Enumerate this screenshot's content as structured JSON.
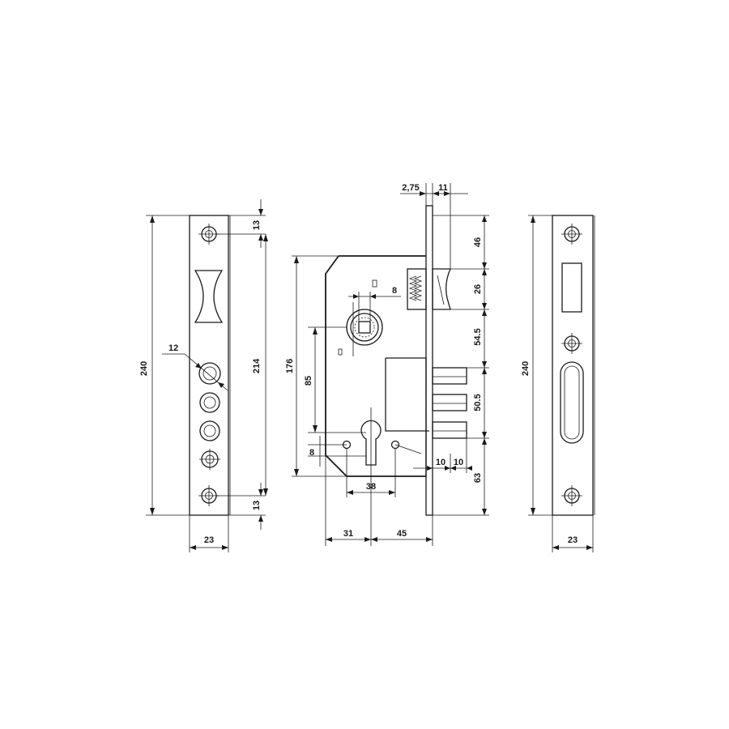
{
  "dimensions": {
    "left_height_total": "240",
    "left_top_offset": "13",
    "left_between_holes": "214",
    "left_bottom_offset": "13",
    "left_width": "23",
    "left_hole_dia": "12",
    "top_faceplate_thickness": "2,75",
    "top_bolt_projection": "11",
    "right_46": "46",
    "right_26": "26",
    "right_54_5": "54.5",
    "right_50_5": "50.5",
    "right_63": "63",
    "body_height": "176",
    "spindle_to_cylinder": "85",
    "small_8_left": "8",
    "spindle_square": "8",
    "hole_spacing": "38",
    "bolt_10a": "10",
    "bolt_10b": "10",
    "bottom_31": "31",
    "bottom_45": "45",
    "strike_height": "240",
    "strike_width": "23"
  }
}
